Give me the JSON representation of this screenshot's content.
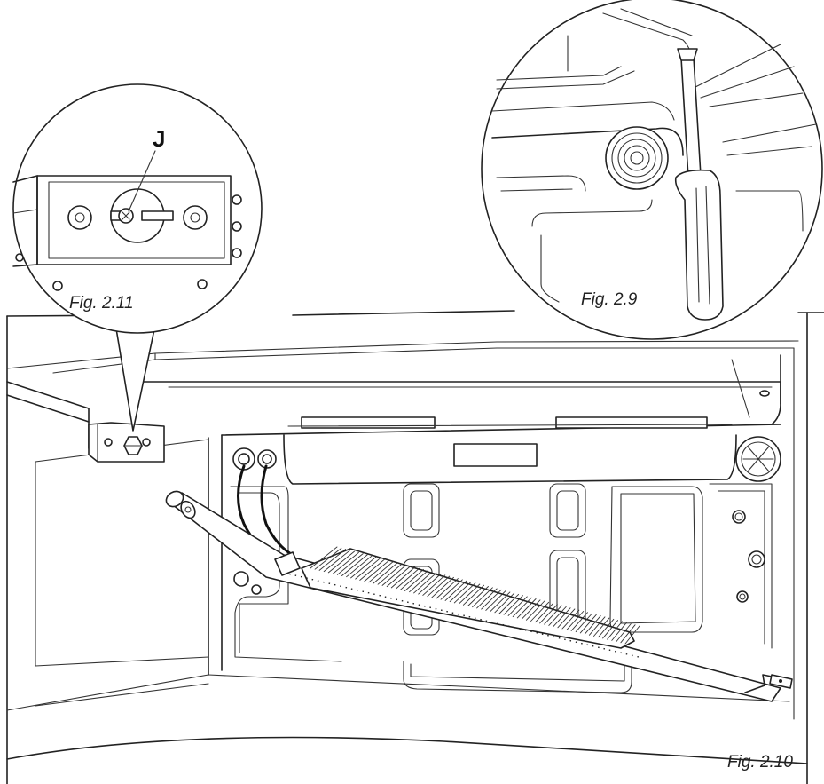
{
  "figures": {
    "fig_2_9": {
      "label": "Fig. 2.9"
    },
    "fig_2_10": {
      "label": "Fig. 2.10"
    },
    "fig_2_11": {
      "label": "Fig. 2.11"
    }
  },
  "callouts": {
    "j": "J"
  }
}
